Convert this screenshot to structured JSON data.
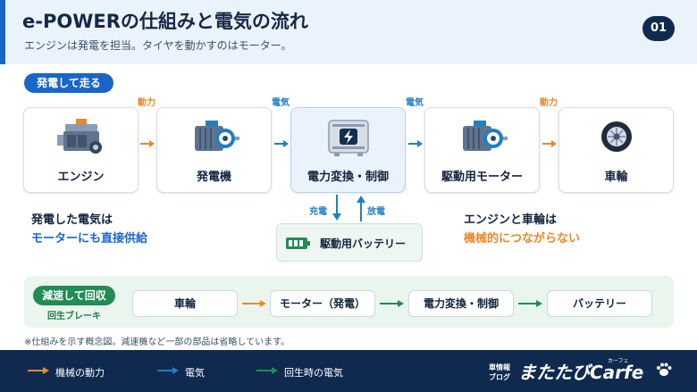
{
  "header": {
    "title": "e-POWERの仕組みと電気の流れ",
    "subtitle": "エンジンは発電を担当。タイヤを動かすのはモーター。",
    "page_number": "01"
  },
  "drive_section": {
    "label": "発電して走る",
    "cards": [
      {
        "label": "エンジン",
        "icon": "engine-icon"
      },
      {
        "label": "発電機",
        "icon": "generator-icon"
      },
      {
        "label": "電力変換・制御",
        "icon": "inverter-icon",
        "highlighted": true
      },
      {
        "label": "駆動用モーター",
        "icon": "motor-icon"
      },
      {
        "label": "車輪",
        "icon": "wheel-icon"
      }
    ],
    "flow_labels": [
      "動力",
      "電気",
      "電気",
      "動力"
    ],
    "charge_label": "充電",
    "discharge_label": "放電",
    "battery": {
      "label": "駆動用バッテリー",
      "icon": "battery-icon"
    },
    "note_left": {
      "line1": "発電した電気は",
      "line2": "モーターにも直接供給"
    },
    "note_right": {
      "line1": "エンジンと車輪は",
      "line2": "機械的につながらない"
    }
  },
  "regen_section": {
    "label": "減速して回収",
    "sublabel": "回生ブレーキ",
    "steps": [
      "車輪",
      "モーター（発電）",
      "電力変換・制御",
      "バッテリー"
    ]
  },
  "footnote": "※仕組みを示す概念図。減速機など一部の部品は省略しています。",
  "legend": [
    {
      "label": "機械の動力",
      "color": "#e8892b"
    },
    {
      "label": "電気",
      "color": "#1f7fc4"
    },
    {
      "label": "回生時の電気",
      "color": "#238b54"
    }
  ],
  "brand": {
    "small_line1": "車情報",
    "small_line2": "ブログ",
    "name": "またたびCarfe",
    "ruby": "カーフェ"
  },
  "colors": {
    "primary": "#1a66c7",
    "navy": "#0f2a4e",
    "orange": "#e8892b",
    "electric": "#1f7fc4",
    "green": "#238b54"
  }
}
